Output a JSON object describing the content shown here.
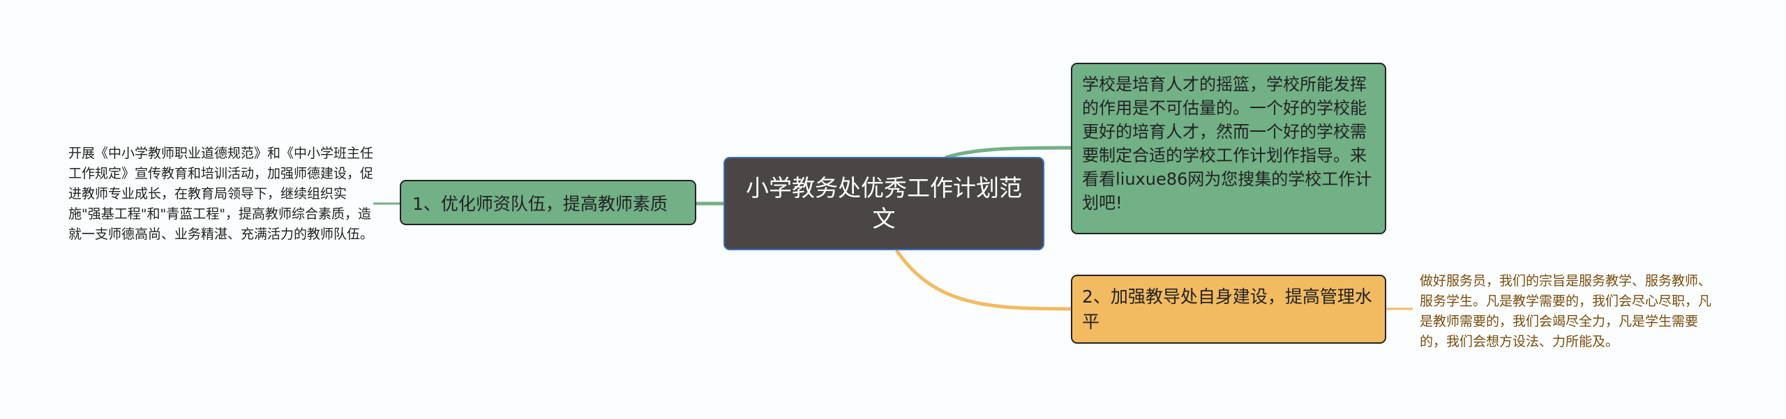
{
  "colors": {
    "background": "#fbfdfe",
    "center": "#4b4646",
    "green": "#72b086",
    "orange": "#f2bb62",
    "orange_text": "#7a4d0d",
    "center_border": "#3e6fc4"
  },
  "center": {
    "title": "小学教务处优秀工作计划范文"
  },
  "branches": [
    {
      "label": "1、优化师资队伍，提高教师素质",
      "detail": "开展《中小学教师职业道德规范》和《中小学班主任工作规定》宣传教育和培训活动，加强师德建设，促进教师专业成长，在教育局领导下，继续组织实施\"强基工程\"和\"青蓝工程\"，提高教师综合素质，造就一支师德高尚、业务精湛、充满活力的教师队伍。"
    },
    {
      "label": "学校是培育人才的摇篮，学校所能发挥的作用是不可估量的。一个好的学校能更好的培育人才，然而一个好的学校需要制定合适的学校工作计划作指导。来看看liuxue86网为您搜集的学校工作计划吧!"
    },
    {
      "label": "2、加强教导处自身建设，提高管理水平",
      "detail": "做好服务员，我们的宗旨是服务教学、服务教师、服务学生。凡是教学需要的，我们会尽心尽职，凡是教师需要的，我们会竭尽全力，凡是学生需要的，我们会想方设法、力所能及。"
    }
  ]
}
